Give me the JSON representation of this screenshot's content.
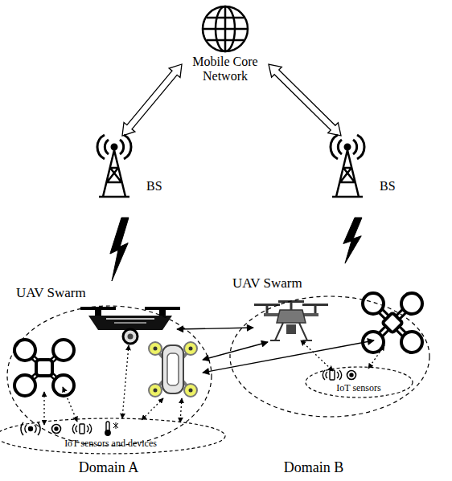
{
  "diagram": {
    "nodes": [
      {
        "text": [
          "Mobile Core Network"
        ]
      },
      {
        "text": [
          "BS"
        ]
      },
      {
        "text": [
          "BS"
        ]
      },
      {
        "text": [
          "UAV Swarm"
        ]
      },
      {
        "text": [
          "IoT sensors and devices"
        ],
        "in": 3
      },
      {
        "text": [
          "UAV Swarm"
        ]
      },
      {
        "text": [
          "IoT sensors"
        ],
        "in": 5
      }
    ],
    "edges": [
      {
        "from": 0,
        "to": 1,
        "arrow": "both"
      },
      {
        "from": 0,
        "to": 2,
        "arrow": "both"
      },
      {
        "from": 1,
        "to": 3,
        "arrow": "none"
      },
      {
        "from": 2,
        "to": 5,
        "arrow": "none"
      },
      {
        "from": 3,
        "to": 5,
        "arrow": "both"
      },
      {
        "from": 3,
        "to": 5,
        "arrow": "both"
      },
      {
        "from": 3,
        "to": 5,
        "arrow": "both"
      }
    ],
    "labels": [
      "Domain A",
      "Domain B"
    ]
  }
}
